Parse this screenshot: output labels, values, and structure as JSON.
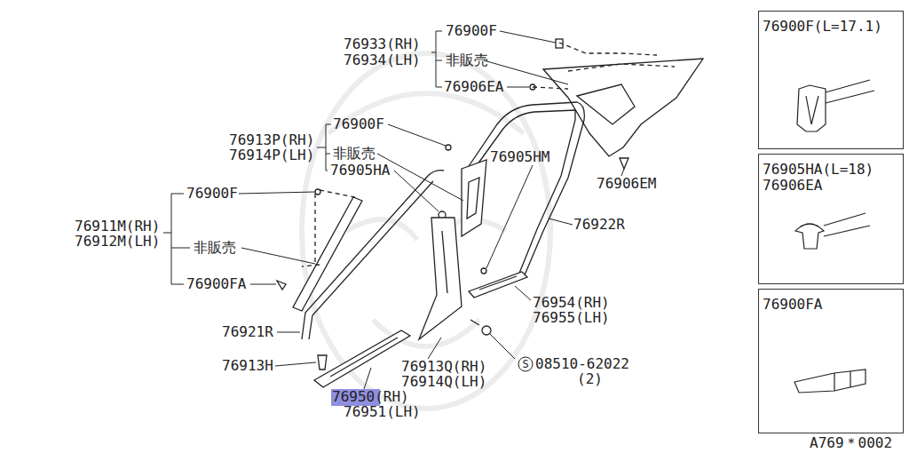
{
  "diagram": {
    "nodes": [
      {
        "text": [
          "76900F(L=17.1)"
        ]
      },
      {
        "text": [
          "76905HA(L=18)",
          "76906EA"
        ]
      },
      {
        "text": [
          "76900FA"
        ]
      }
    ],
    "labels": [
      "76900F",
      "76933(RH)",
      "76934(LH)",
      "非販売",
      "76906EA",
      "76900F",
      "76913P(RH)",
      "76914P(LH)",
      "非販売",
      "76905HA",
      "76905HM",
      "76906EM",
      "76900F",
      "76911M(RH)",
      "76912M(LH)",
      "76922R",
      "非販売",
      "76954(RH)",
      "76955(LH)",
      "76900FA",
      "76921R",
      "76913H",
      "76913Q(RH)",
      "76914Q(LH)",
      "S",
      "08510-62022",
      "(2)",
      "76950(RH)",
      "76951(LH)",
      "A769＊0002"
    ]
  }
}
